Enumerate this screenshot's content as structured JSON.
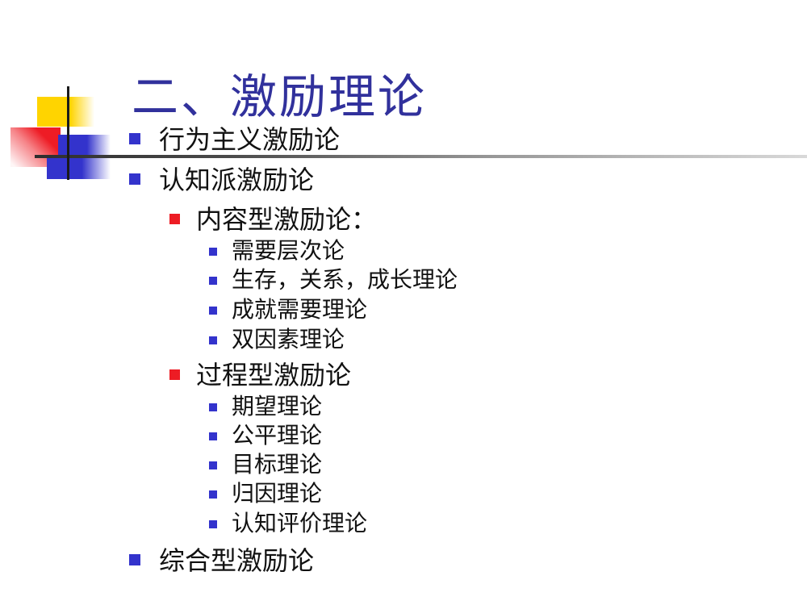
{
  "slide": {
    "title": "二、激励理论",
    "colors": {
      "title_blue": "#31319C",
      "body_text": "#111111",
      "bullet_blue": "#3333CC",
      "bullet_red": "#ED1C24",
      "decor_yellow": "#FFD400",
      "decor_red": "#EE1C25",
      "decor_blue": "#3333CC",
      "rule_dark": "#2E2E2E",
      "rule_light": "#D9D9D9"
    },
    "list": {
      "items": [
        {
          "level": 1,
          "bullet": "blue-square",
          "text": "行为主义激励论"
        },
        {
          "level": 1,
          "bullet": "blue-square",
          "text": "认知派激励论"
        },
        {
          "level": 2,
          "bullet": "red-square",
          "text": "内容型激励论："
        },
        {
          "level": 3,
          "bullet": "blue-square",
          "text": "需要层次论"
        },
        {
          "level": 3,
          "bullet": "blue-square",
          "text": "生存，关系，成长理论"
        },
        {
          "level": 3,
          "bullet": "blue-square",
          "text": "成就需要理论"
        },
        {
          "level": 3,
          "bullet": "blue-square",
          "text": "双因素理论"
        },
        {
          "level": 2,
          "bullet": "red-square",
          "text": "过程型激励论"
        },
        {
          "level": 3,
          "bullet": "blue-square",
          "text": "期望理论"
        },
        {
          "level": 3,
          "bullet": "blue-square",
          "text": "公平理论"
        },
        {
          "level": 3,
          "bullet": "blue-square",
          "text": "目标理论"
        },
        {
          "level": 3,
          "bullet": "blue-square",
          "text": "归因理论"
        },
        {
          "level": 3,
          "bullet": "blue-square",
          "text": "认知评价理论"
        },
        {
          "level": 1,
          "bullet": "blue-square",
          "text": "综合型激励论"
        }
      ]
    }
  }
}
